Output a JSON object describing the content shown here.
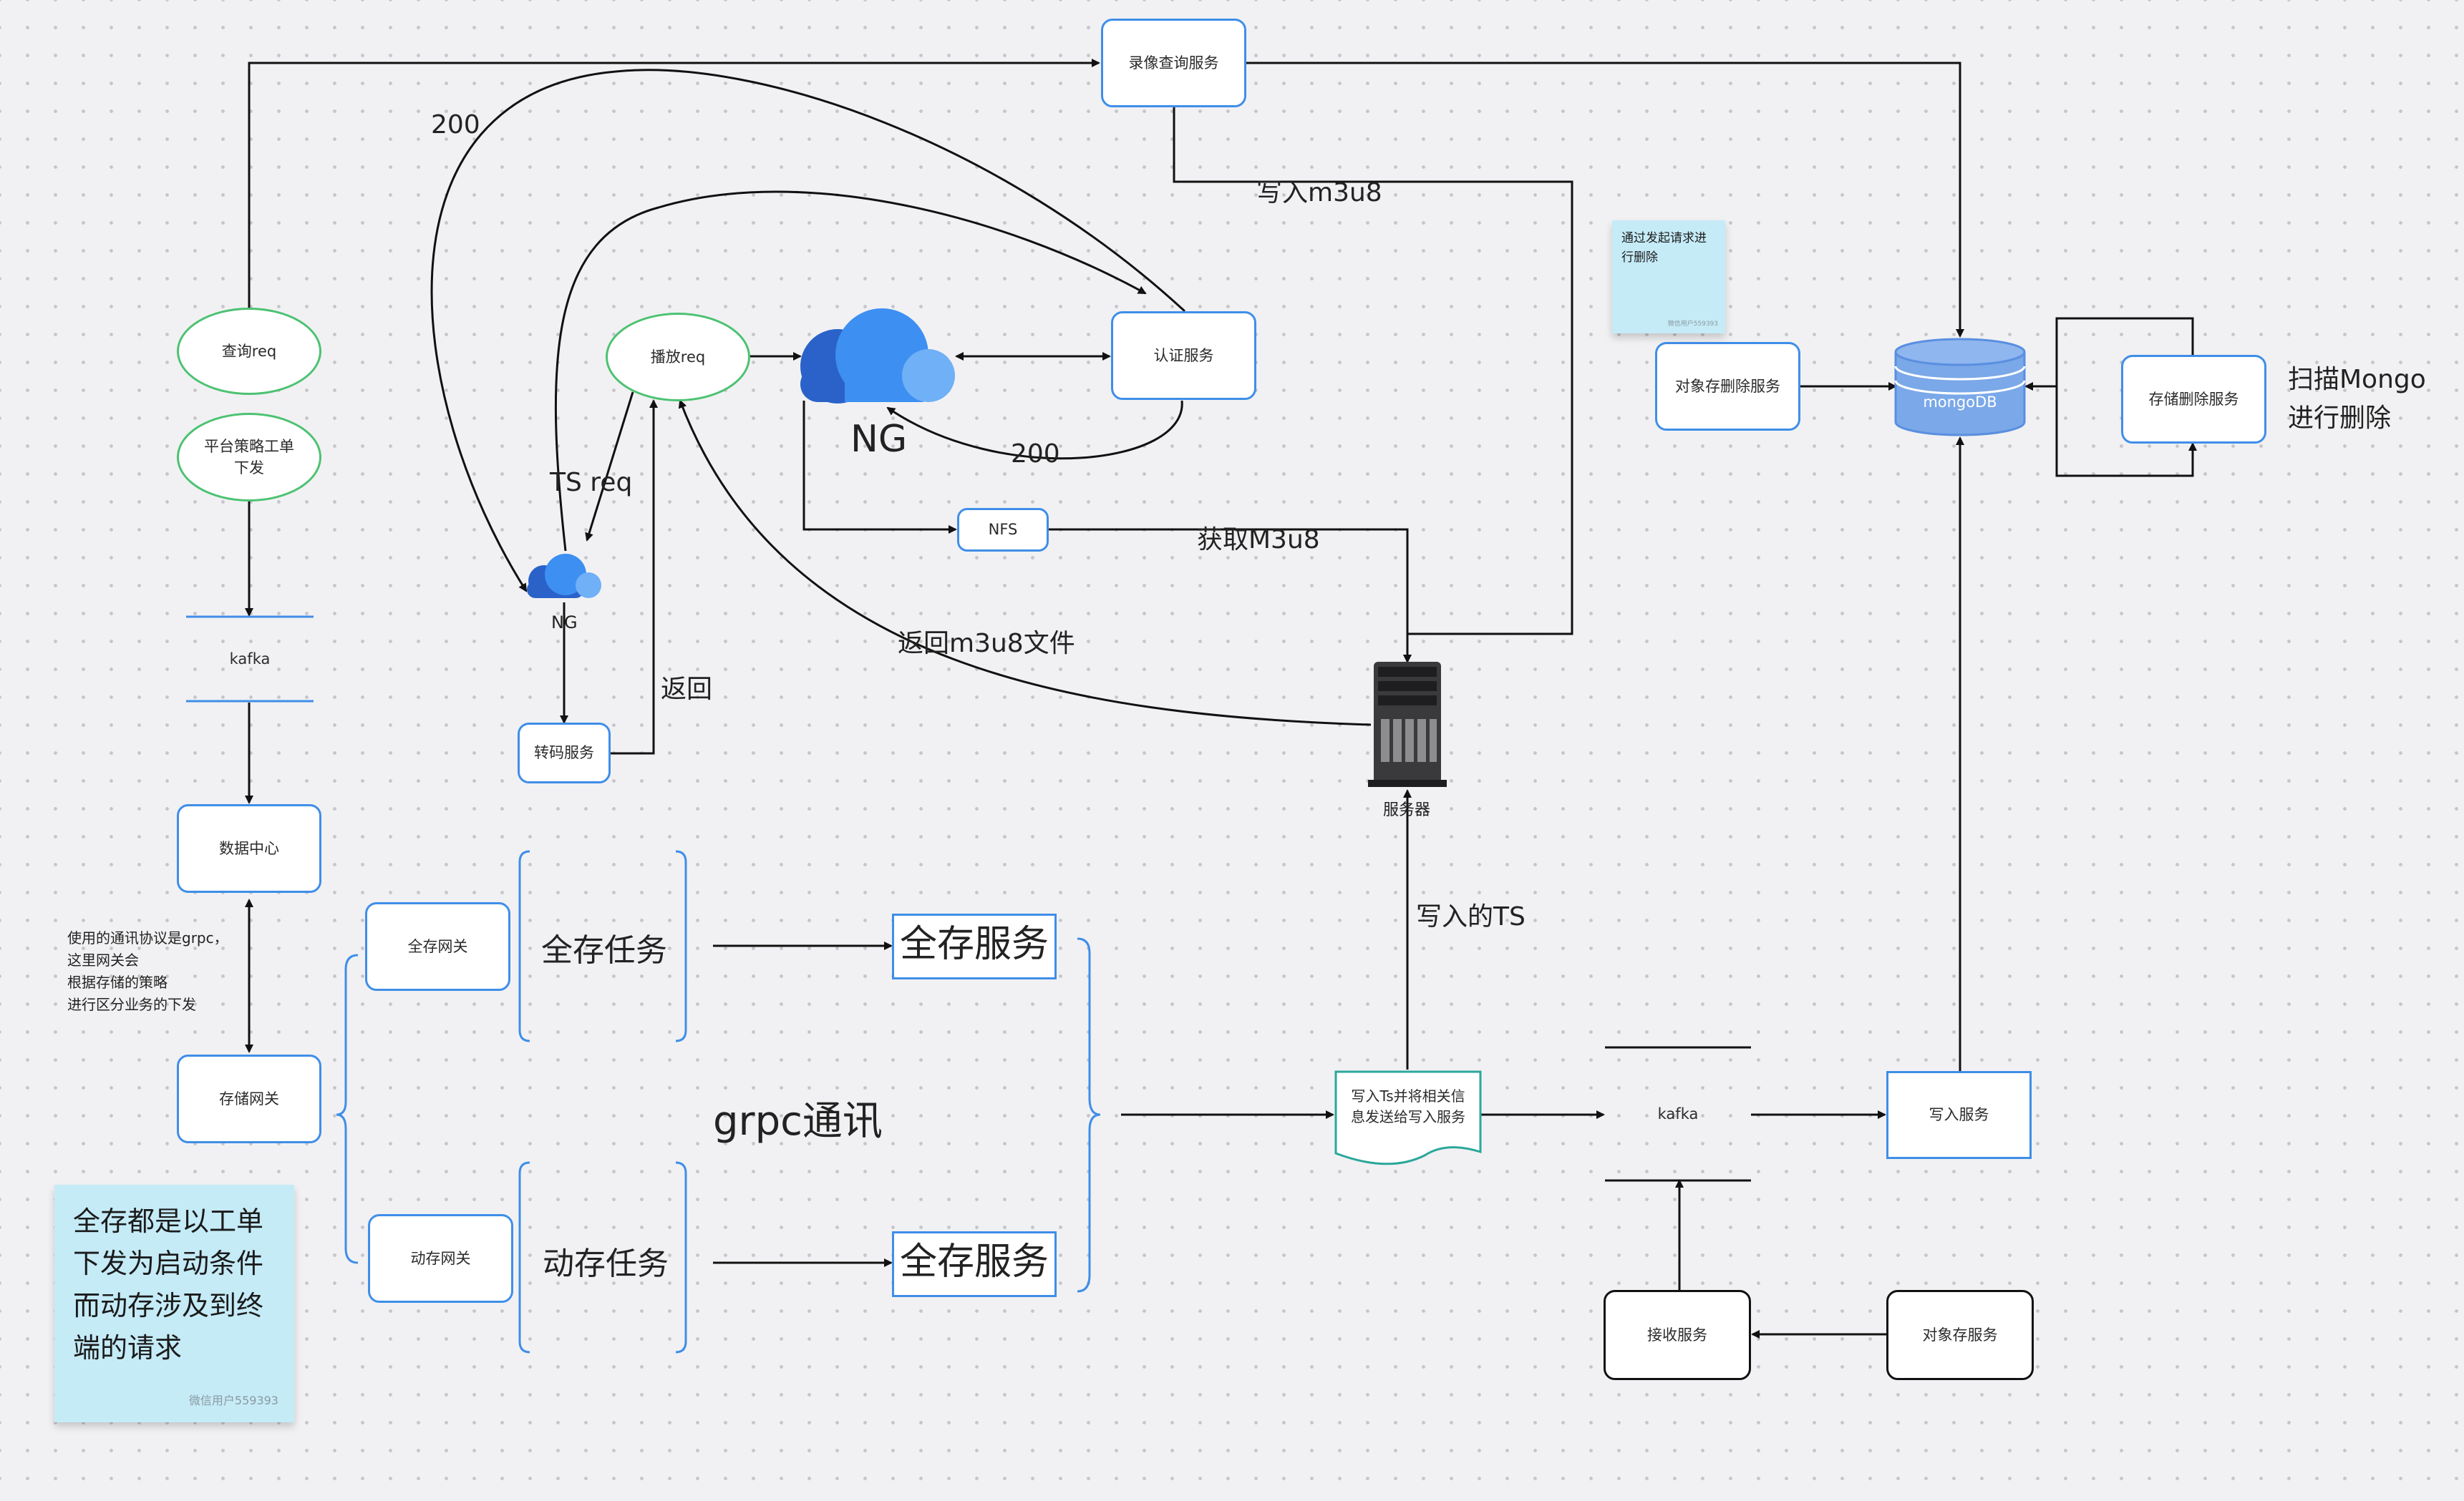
{
  "nodes": {
    "record_query": "录像查询服务",
    "query_req": "查询req",
    "platform_order": "平台策略工单\n下发",
    "kafka_left": "kafka",
    "data_center": "数据中心",
    "storage_gateway": "存储网关",
    "full_gateway": "全存网关",
    "dynamic_gateway": "动存网关",
    "full_task": "全存任务",
    "dynamic_task": "动存任务",
    "full_service_1": "全存服务",
    "full_service_2": "全存服务",
    "grpc": "grpc通讯",
    "play_req": "播放req",
    "ng_small": "NG",
    "ng_big": "NG",
    "transcode": "转码服务",
    "auth": "认证服务",
    "nfs": "NFS",
    "server": "服务器",
    "write_ts_doc": "写入Ts并将相关信\n息发送给写入服务",
    "kafka_right": "kafka",
    "write_service": "写入服务",
    "receive_service": "接收服务",
    "object_store_service": "对象存服务",
    "object_delete_service": "对象存删除服务",
    "mongodb": "mongoDB",
    "storage_delete_service": "存储删除服务"
  },
  "labels": {
    "l200_top": "200",
    "write_m3u8": "写入m3u8",
    "ts_req": "TS req",
    "l200_mid": "200",
    "get_m3u8": "获取M3u8",
    "return_m3u8": "返回m3u8文件",
    "return": "返回",
    "write_ts": "写入的TS",
    "scan_mongo": "扫描Mongo\n进行删除",
    "grpc_note": "使用的通讯协议是grpc，\n这里网关会\n根据存储的策略\n进行区分业务的下发"
  },
  "notes": {
    "big_note_text": "全存都是以工单\n下发为启动条件\n而动存涉及到终\n端的请求",
    "big_note_author": "微信用户559393",
    "small_note_text": "通过发起请求进\n行删除",
    "small_note_author": "微信用户559393"
  },
  "colors": {
    "accent_blue": "#3f8ee8",
    "ellipse_green": "#4cc272",
    "doc_teal": "#2aa79a",
    "note_bg": "#c5ebf7",
    "db_blue": "#7aa8e8",
    "cloud_dark": "#2a62c9",
    "cloud_mid": "#3d8ff2",
    "cloud_light": "#6fb0f7"
  }
}
